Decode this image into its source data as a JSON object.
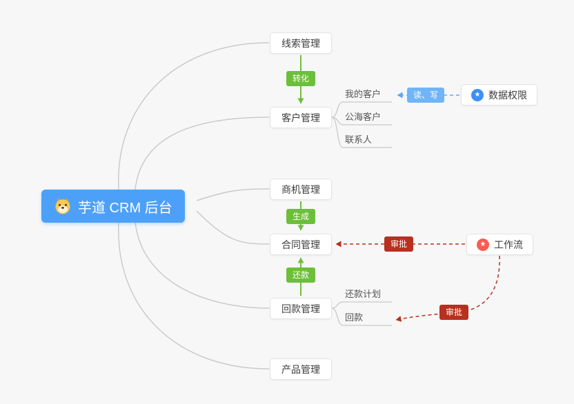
{
  "root": {
    "label": "芋道 CRM 后台"
  },
  "feature_nodes": {
    "leads": "线索管理",
    "customer": "客户管理",
    "opportunity": "商机管理",
    "contract": "合同管理",
    "receivable": "回款管理",
    "product": "产品管理"
  },
  "side_nodes": {
    "data_permission": "数据权限",
    "workflow": "工作流"
  },
  "sub_nodes": {
    "my_customer": "我的客户",
    "public_customer": "公海客户",
    "contact": "联系人",
    "repayment_plan": "还款计划",
    "receivable_record": "回款"
  },
  "edge_labels": {
    "convert": "转化",
    "generate": "生成",
    "repay": "还款",
    "read_write": "读、写",
    "approve_contract": "审批",
    "approve_receivable": "审批"
  },
  "icons": {
    "star": "★",
    "root_logo": "dog-face"
  },
  "colors": {
    "root_blue": "#4da0f7",
    "edge_green": "#6cbf3a",
    "edge_light_blue": "#6fb5f7",
    "edge_dark_red": "#b8301f",
    "star_blue": "#3d8ff7",
    "star_red": "#fa5c52",
    "wire_gray": "#c8c8c8",
    "background": "#f7f7f7"
  }
}
